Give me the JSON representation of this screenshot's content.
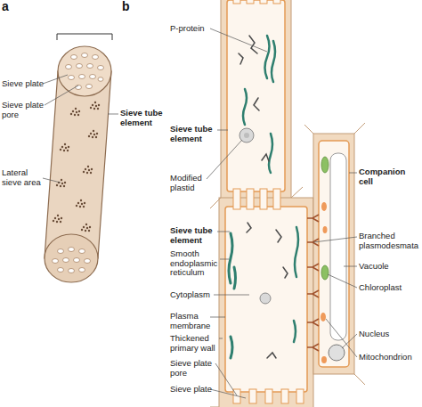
{
  "diagram": {
    "labels": [
      "a",
      "Sieve plate",
      "Sieve plate pore",
      "Lateral sieve area",
      "Sieve tube element",
      "b",
      "P-protein",
      "Sieve tube element",
      "Modified plastid",
      "Sieve tube element",
      "Smooth endoplasmic reticulum",
      "Cytoplasm",
      "Plasma membrane",
      "Thickened primary wall",
      "Sieve plate pore",
      "Sieve plate",
      "Companion cell",
      "Branched plasmodesmata",
      "Vacuole",
      "Chloroplast",
      "Nucleus",
      "Mitochondrion"
    ]
  }
}
